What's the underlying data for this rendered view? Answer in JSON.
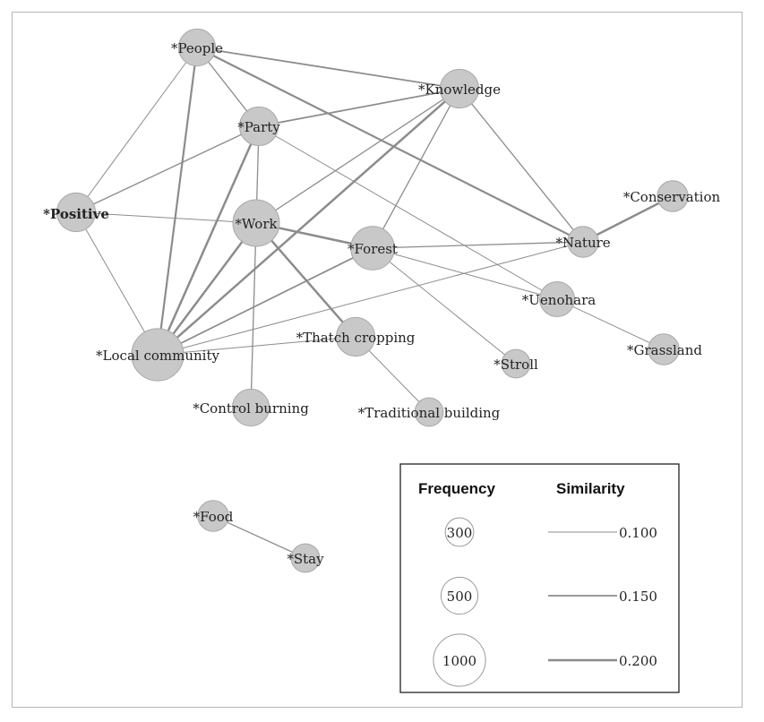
{
  "diagram": {
    "nodes": [
      {
        "id": "people",
        "label": "*People",
        "size": 500
      },
      {
        "id": "knowledge",
        "label": "*Knowledge",
        "size": 550
      },
      {
        "id": "party",
        "label": "*Party",
        "size": 550
      },
      {
        "id": "positive",
        "label": "*Positive",
        "size": 550,
        "emphasis": true
      },
      {
        "id": "work",
        "label": "*Work",
        "size": 800
      },
      {
        "id": "forest",
        "label": "*Forest",
        "size": 700
      },
      {
        "id": "nature",
        "label": "*Nature",
        "size": 350
      },
      {
        "id": "conservation",
        "label": "*Conservation",
        "size": 350
      },
      {
        "id": "uenohara",
        "label": "*Uenohara",
        "size": 450
      },
      {
        "id": "grassland",
        "label": "*Grassland",
        "size": 350
      },
      {
        "id": "stroll",
        "label": "*Stroll",
        "size": 300
      },
      {
        "id": "local_community",
        "label": "*Local community",
        "size": 1000
      },
      {
        "id": "thatch_cropping",
        "label": "*Thatch cropping",
        "size": 550
      },
      {
        "id": "control_burning",
        "label": "*Control burning",
        "size": 500
      },
      {
        "id": "traditional_building",
        "label": "*Traditional building",
        "size": 300
      },
      {
        "id": "food",
        "label": "*Food",
        "size": 350
      },
      {
        "id": "stay",
        "label": "*Stay",
        "size": 300
      }
    ],
    "edges": [
      {
        "source": "people",
        "target": "knowledge",
        "similarity": 0.15
      },
      {
        "source": "people",
        "target": "party",
        "similarity": 0.12
      },
      {
        "source": "people",
        "target": "nature",
        "similarity": 0.18
      },
      {
        "source": "people",
        "target": "positive",
        "similarity": 0.1
      },
      {
        "source": "people",
        "target": "local_community",
        "similarity": 0.18
      },
      {
        "source": "knowledge",
        "target": "party",
        "similarity": 0.15
      },
      {
        "source": "knowledge",
        "target": "work",
        "similarity": 0.12
      },
      {
        "source": "knowledge",
        "target": "forest",
        "similarity": 0.12
      },
      {
        "source": "knowledge",
        "target": "nature",
        "similarity": 0.12
      },
      {
        "source": "knowledge",
        "target": "local_community",
        "similarity": 0.2
      },
      {
        "source": "party",
        "target": "positive",
        "similarity": 0.12
      },
      {
        "source": "party",
        "target": "work",
        "similarity": 0.12
      },
      {
        "source": "party",
        "target": "local_community",
        "similarity": 0.2
      },
      {
        "source": "party",
        "target": "uenohara",
        "similarity": 0.1
      },
      {
        "source": "positive",
        "target": "work",
        "similarity": 0.1
      },
      {
        "source": "positive",
        "target": "local_community",
        "similarity": 0.1
      },
      {
        "source": "work",
        "target": "forest",
        "similarity": 0.2
      },
      {
        "source": "work",
        "target": "thatch_cropping",
        "similarity": 0.2
      },
      {
        "source": "work",
        "target": "local_community",
        "similarity": 0.2
      },
      {
        "source": "work",
        "target": "control_burning",
        "similarity": 0.12
      },
      {
        "source": "forest",
        "target": "nature",
        "similarity": 0.12
      },
      {
        "source": "forest",
        "target": "uenohara",
        "similarity": 0.1
      },
      {
        "source": "forest",
        "target": "stroll",
        "similarity": 0.1
      },
      {
        "source": "forest",
        "target": "local_community",
        "similarity": 0.15
      },
      {
        "source": "nature",
        "target": "conservation",
        "similarity": 0.2
      },
      {
        "source": "nature",
        "target": "local_community",
        "similarity": 0.1
      },
      {
        "source": "uenohara",
        "target": "grassland",
        "similarity": 0.1
      },
      {
        "source": "local_community",
        "target": "thatch_cropping",
        "similarity": 0.1
      },
      {
        "source": "thatch_cropping",
        "target": "traditional_building",
        "similarity": 0.1
      },
      {
        "source": "food",
        "target": "stay",
        "similarity": 0.12
      }
    ]
  },
  "legend": {
    "frequency_title": "Frequency",
    "similarity_title": "Similarity",
    "frequency_items": [
      {
        "label": "300",
        "value": 300
      },
      {
        "label": "500",
        "value": 500
      },
      {
        "label": "1000",
        "value": 1000
      }
    ],
    "similarity_items": [
      {
        "label": "0.100",
        "value": 0.1
      },
      {
        "label": "0.150",
        "value": 0.15
      },
      {
        "label": "0.200",
        "value": 0.2
      }
    ]
  },
  "colors": {
    "node_fill": "#c8c8c8",
    "node_stroke": "#a8a8a8",
    "edge": "#8c8c8c",
    "frame": "#b8b8b8"
  }
}
